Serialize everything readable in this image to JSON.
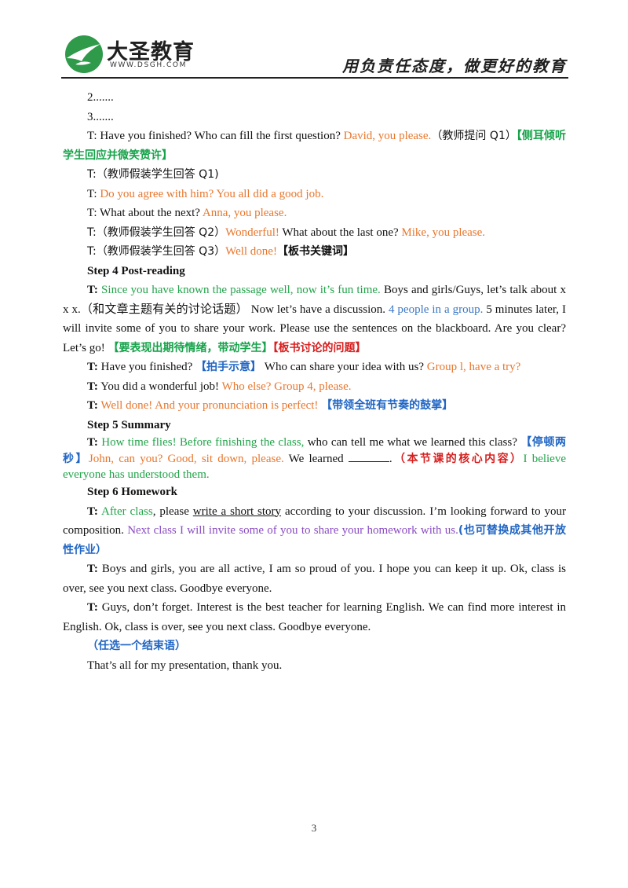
{
  "header": {
    "brand": "大圣教育",
    "url": "WWW.DSGH.COM",
    "slogan": "用负责任态度，做更好的教育"
  },
  "body": {
    "l1": "2.......",
    "l2": "3.......",
    "p3": {
      "a": "T: Have you finished? Who can fill the first question? ",
      "b": "David, you please.",
      "c": "（教师提问 Q1）",
      "d": "【侧耳倾听学生回应并微笑赞许】"
    },
    "p4": "T:（教师假装学生回答 Q1)",
    "p5": {
      "a": "T: ",
      "b": "Do you agree with him? You all did a good job."
    },
    "p6": {
      "a": "T: What about the next? ",
      "b": "Anna, you please."
    },
    "p7": {
      "a": "T:（教师假装学生回答 Q2）",
      "b": "Wonderful!",
      "c": " What about the last one? ",
      "d": "Mike, you please."
    },
    "p8": {
      "a": "T:（教师假装学生回答 Q3）",
      "b": "Well done!",
      "c": "【板书关键词】"
    },
    "step4": "Step 4 Post-reading",
    "p9": {
      "t": "T:",
      "a": " Since you have known the passage well, now it’s fun time.",
      "b": " Boys and girls/Guys, let’s talk about x x x.（和文章主题有关的讨论话题） Now let’s have a discussion. ",
      "c": "4 people in a group.",
      "d": " 5 minutes later, I will invite some of you to share your work. Please use the sentences on the blackboard. Are you clear? Let’s go! ",
      "e": "【要表现出期待情绪，带动学生】",
      "f": "【板书讨论的问题】"
    },
    "p10": {
      "t": "T:",
      "a": " Have you finished? ",
      "b": "【拍手示意】",
      "c": " Who can share your idea with us? ",
      "d": "Group l, have a try?"
    },
    "p11": {
      "t": "T:",
      "a": " You did a wonderful job! ",
      "b": "Who else? Group 4, please."
    },
    "p12": {
      "t": "T:",
      "a": " Well done! And your pronunciation is perfect! ",
      "b": "【带领全班有节奏的鼓掌】"
    },
    "step5": "Step 5 Summary",
    "p13": {
      "t": "T:",
      "a": " How time flies! Before finishing the class,",
      "b": " who can tell me what we learned this class? ",
      "c": "【停顿两秒】",
      "d": "John, can you? Good, sit down, please.",
      "e": " We learned ",
      "f": ".",
      "g": "（本节课的核心内容）",
      "h": "I believe everyone has understood them."
    },
    "step6": "Step 6 Homework",
    "p14": {
      "t": "T:",
      "a": " After class",
      "b": ", please ",
      "c": "write a short story",
      "d": " according to your discussion. I’m looking forward to your composition. ",
      "e": "Next class I will invite some of you to share your homework with us.",
      "f": "(也可替换成其他开放性作业）"
    },
    "p15": {
      "t": "T:",
      "a": " Boys and girls, you are all active, I am so proud of you. I hope you can keep it up. Ok, class is over, see you next class. Goodbye everyone."
    },
    "p16": {
      "t": "T:",
      "a": " Guys, don’t forget. Interest is the best teacher for learning English. We can find more interest in English. Ok, class is over, see you next class. Goodbye everyone."
    },
    "p17": "（任选一个结束语）",
    "p18": "That’s all for my presentation, thank you."
  },
  "page_number": "3"
}
